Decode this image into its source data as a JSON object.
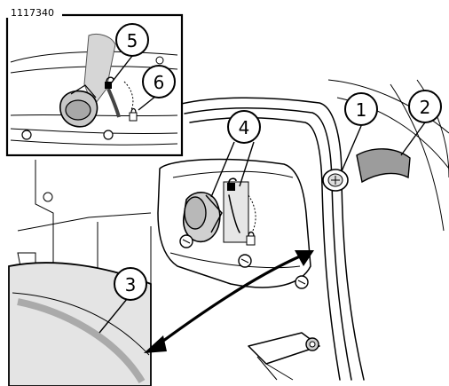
{
  "figure": {
    "reference_number": "1117340",
    "callouts": [
      "1",
      "2",
      "3",
      "4",
      "5",
      "6"
    ]
  }
}
